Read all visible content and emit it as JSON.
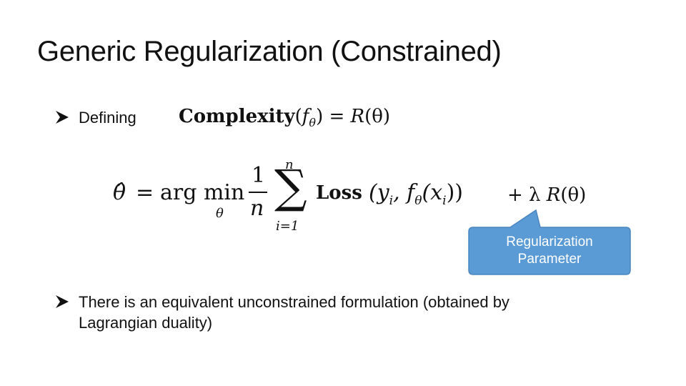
{
  "slide": {
    "title": "Generic Regularization (Constrained)"
  },
  "bullets": [
    {
      "text": "Defining"
    },
    {
      "text": "There is an equivalent unconstrained formulation (obtained by",
      "text_line2": "Lagrangian duality)"
    }
  ],
  "formula1": {
    "complexity": "Complexity",
    "lparen": "(",
    "f": "f",
    "sub_theta": "θ",
    "rparen_eq": ") = ",
    "R": "R",
    "theta_paren": "(θ)"
  },
  "formula2": {
    "theta_hat": "θ̂",
    "eq": "=",
    "argmin": "arg min",
    "argmin_sub": "θ",
    "frac_num": "1",
    "frac_den": "n",
    "sum": "∑",
    "sum_top": "n",
    "sum_bottom": "i=1",
    "loss": "Loss",
    "loss_args": "(y",
    "sub_i": "i",
    "comma_f": ", f",
    "f_sub": "θ",
    "x_open": "(x",
    "x_sub": "i",
    "close": "))",
    "plus_lambda": "+ λ",
    "R": "R",
    "R_arg": "(θ)"
  },
  "callout": {
    "line1": "Regularization",
    "line2": "Parameter",
    "color": "#5b9bd5",
    "border": "#4a86c0"
  }
}
